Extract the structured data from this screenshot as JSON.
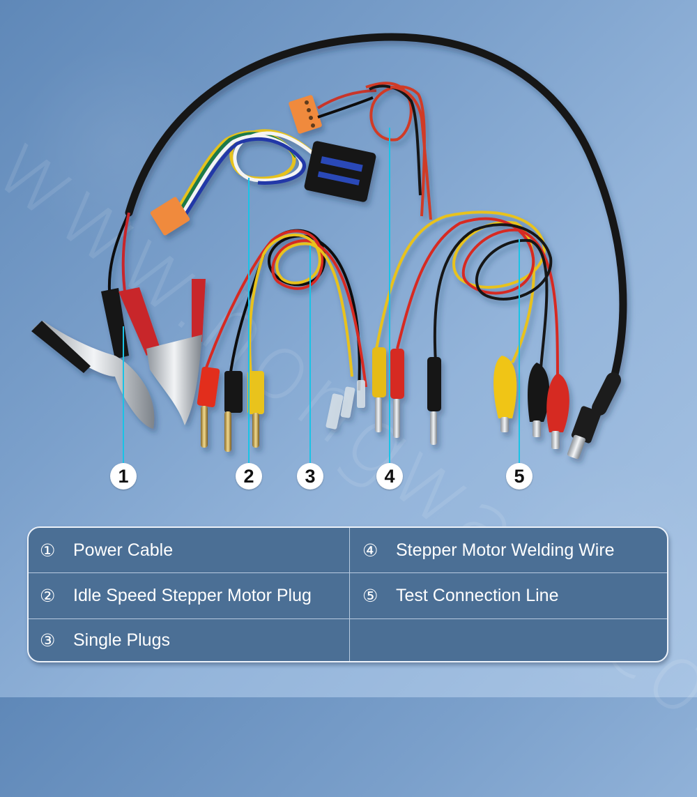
{
  "colors": {
    "background_start": "#5f88b8",
    "background_end": "#a8c4e4",
    "leader_line": "#19c3e6",
    "legend_fill": "#4b6f95",
    "legend_border": "#eef3fa",
    "callout_fill": "#ffffff",
    "callout_text": "#111111"
  },
  "watermark": {
    "text": "www.hongware.com"
  },
  "callouts": [
    {
      "label": "1"
    },
    {
      "label": "2"
    },
    {
      "label": "3"
    },
    {
      "label": "4"
    },
    {
      "label": "5"
    }
  ],
  "legend": {
    "items": [
      {
        "marker": "①",
        "label": "Power Cable"
      },
      {
        "marker": "②",
        "label": "Idle Speed Stepper Motor Plug"
      },
      {
        "marker": "③",
        "label": "Single Plugs"
      },
      {
        "marker": "④",
        "label": "Stepper Motor Welding Wire"
      },
      {
        "marker": "⑤",
        "label": "Test Connection Line"
      }
    ]
  }
}
